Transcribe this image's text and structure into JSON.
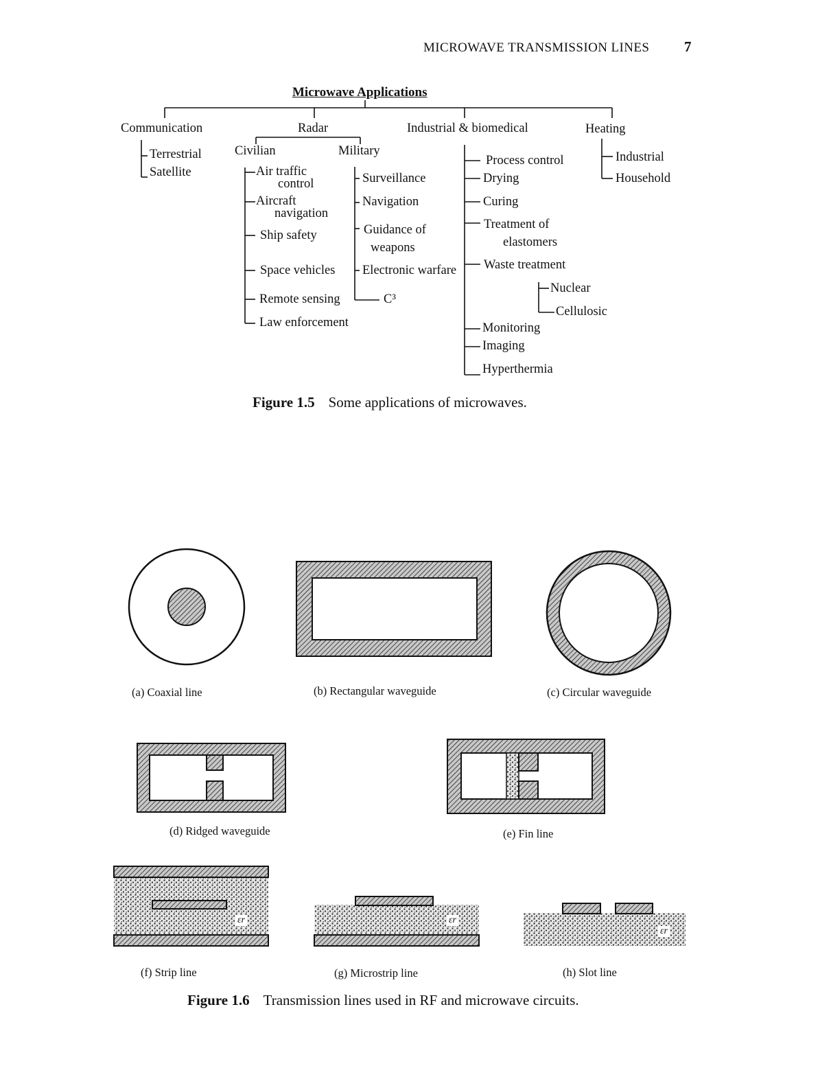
{
  "header": {
    "running_title": "MICROWAVE TRANSMISSION LINES",
    "page_number": "7"
  },
  "fig15": {
    "title": "Microwave Applications",
    "communication": {
      "label": "Communication",
      "items": [
        "Terrestrial",
        "Satellite"
      ]
    },
    "radar": {
      "label": "Radar",
      "civilian": {
        "label": "Civilian",
        "items": [
          "Air traffic",
          "control",
          "Aircraft",
          "navigation",
          "Ship safety",
          "Space vehicles",
          "Remote sensing",
          "Law enforcement"
        ]
      },
      "military": {
        "label": "Military",
        "items": [
          "Surveillance",
          "Navigation",
          "Guidance of",
          "weapons",
          "Electronic warfare",
          "C³"
        ]
      }
    },
    "industrial": {
      "label": "Industrial & biomedical",
      "items": [
        "Process control",
        "Drying",
        "Curing",
        "Treatment of",
        "elastomers",
        "Waste treatment",
        "Nuclear",
        "Cellulosic",
        "Monitoring",
        "Imaging",
        "Hyperthermia"
      ]
    },
    "heating": {
      "label": "Heating",
      "items": [
        "Industrial",
        "Household"
      ]
    },
    "caption_label": "Figure 1.5",
    "caption_text": "Some applications of microwaves."
  },
  "fig16": {
    "epsilon": "εr",
    "labels": [
      "(a) Coaxial line",
      "(b) Rectangular waveguide",
      "(c) Circular waveguide",
      "(d) Ridged waveguide",
      "(e) Fin line",
      "(f) Strip line",
      "(g) Microstrip line",
      "(h) Slot line"
    ],
    "caption_label": "Figure 1.6",
    "caption_text": "Transmission lines used in RF and microwave circuits."
  }
}
